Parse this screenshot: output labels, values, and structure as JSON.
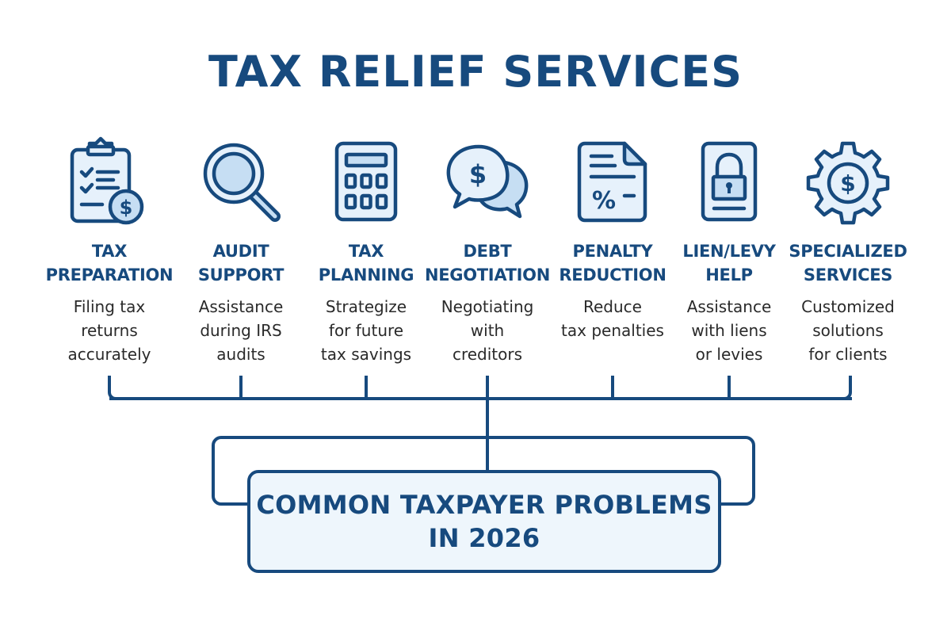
{
  "title": "TAX RELIEF SERVICES",
  "colors": {
    "primary": "#174a7e",
    "icon_fill_light": "#e6f1fb",
    "icon_fill_mid": "#c6def3",
    "box_fill": "#eef6fc",
    "text": "#2a2a2a",
    "background": "#ffffff"
  },
  "services": [
    {
      "icon": "clipboard-dollar-icon",
      "heading_line1": "TAX",
      "heading_line2": "PREPARATION",
      "desc_line1": "Filing tax",
      "desc_line2": "returns",
      "desc_line3": "accurately"
    },
    {
      "icon": "magnifying-glass-icon",
      "heading_line1": "AUDIT",
      "heading_line2": "SUPPORT",
      "desc_line1": "Assistance",
      "desc_line2": "during IRS",
      "desc_line3": "audits"
    },
    {
      "icon": "calculator-icon",
      "heading_line1": "TAX",
      "heading_line2": "PLANNING",
      "desc_line1": "Strategize",
      "desc_line2": "for future",
      "desc_line3": "tax savings"
    },
    {
      "icon": "chat-bubbles-dollar-icon",
      "heading_line1": "DEBT",
      "heading_line2": "NEGOTIATION",
      "desc_line1": "Negotiating",
      "desc_line2": "with",
      "desc_line3": "creditors"
    },
    {
      "icon": "document-percent-icon",
      "heading_line1": "PENALTY",
      "heading_line2": "REDUCTION",
      "desc_line1": "Reduce",
      "desc_line2": "tax penalties",
      "desc_line3": ""
    },
    {
      "icon": "lock-document-icon",
      "heading_line1": "LIEN/LEVY",
      "heading_line2": "HELP",
      "desc_line1": "Assistance",
      "desc_line2": "with liens",
      "desc_line3": "or levies"
    },
    {
      "icon": "gear-dollar-icon",
      "heading_line1": "SPECIALIZED",
      "heading_line2": "SERVICES",
      "desc_line1": "Customized",
      "desc_line2": "solutions",
      "desc_line3": "for clients"
    }
  ],
  "problem_box": {
    "line1": "COMMON TAXPAYER PROBLEMS",
    "line2": "IN 2026"
  }
}
